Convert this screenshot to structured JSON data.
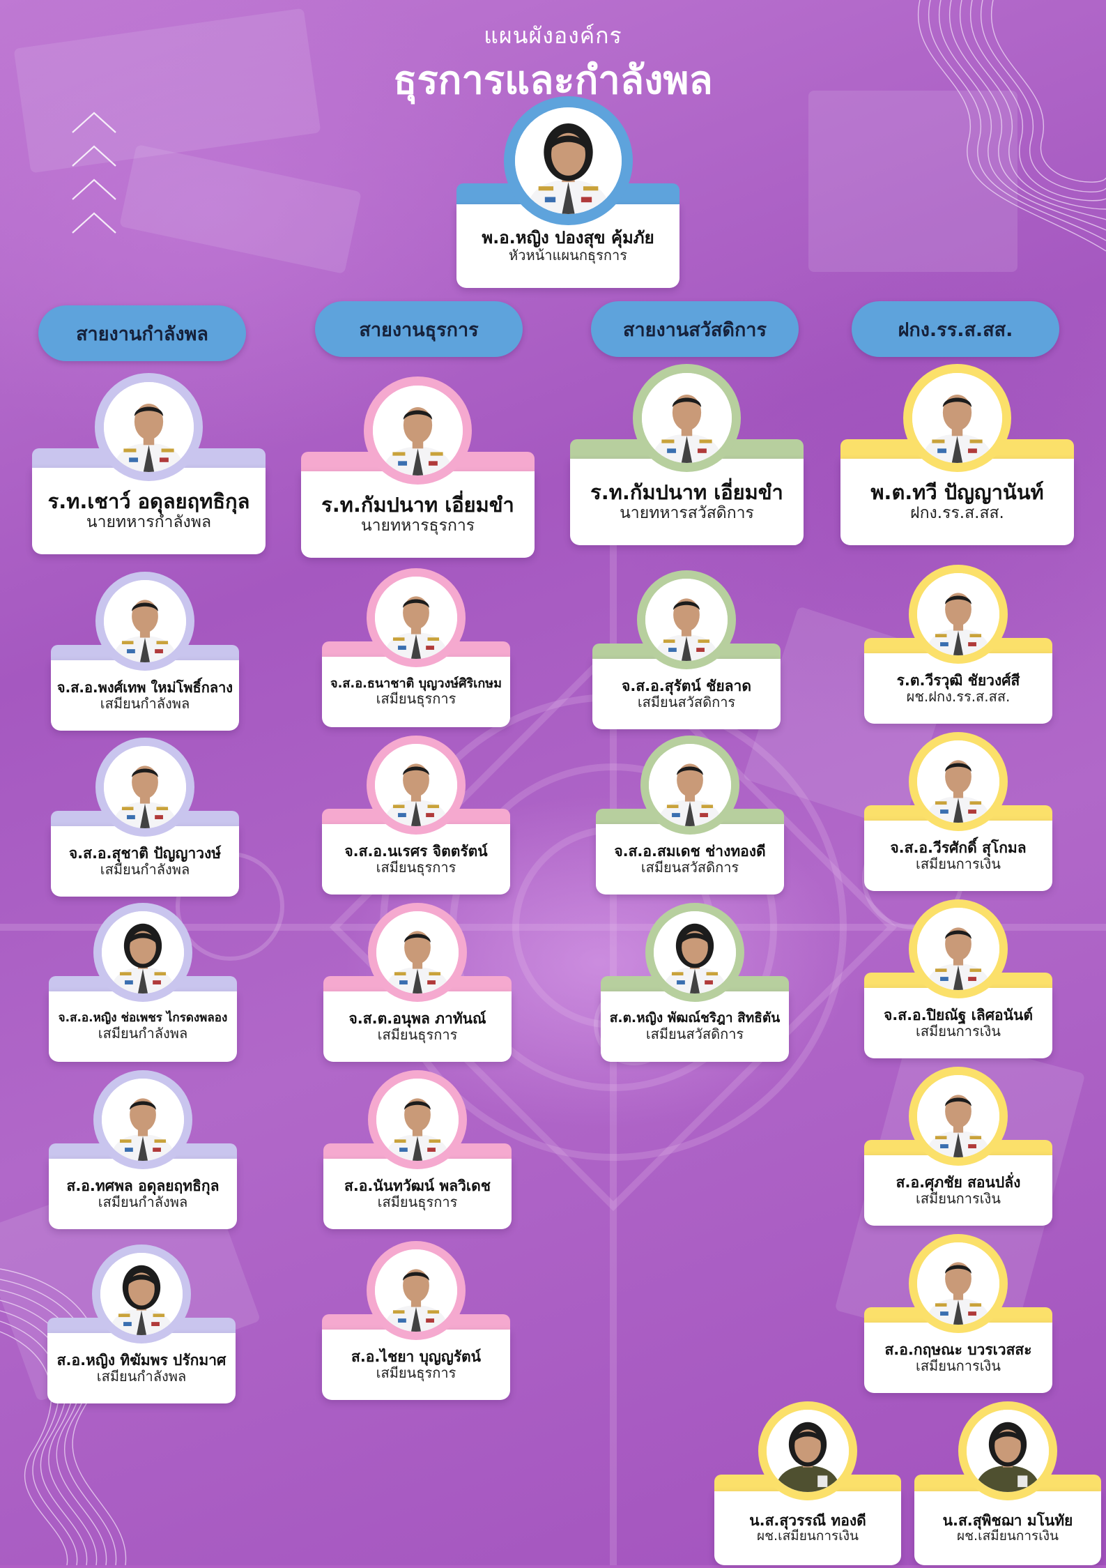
{
  "title": {
    "sub": "แผนผังองค์กร",
    "main": "ธุรการและกำลังพล"
  },
  "colors": {
    "blue": "#5ea3dc",
    "lavender": "#c9c5ee",
    "pink": "#f5a9cf",
    "green": "#b7cf9e",
    "yellow": "#fbe06a",
    "uniform_white": "#f4f4f6",
    "uniform_olive": "#4f5030"
  },
  "head": {
    "name": "พ.อ.หญิง ปองสุข คุ้มภัย",
    "role": "หัวหน้าแผนกธุรการ"
  },
  "columns": [
    {
      "label": "สายงานกำลังพล",
      "color": "lavender",
      "lead": {
        "name": "ร.ท.เชาว์ อดุลยฤทธิกุล",
        "role": "นายทหารกำลังพล"
      },
      "members": [
        {
          "name": "จ.ส.อ.พงศ์เทพ ใหม่โพธิ์กลาง",
          "role": "เสมียนกำลังพล"
        },
        {
          "name": "จ.ส.อ.สุชาติ ปัญญาวงษ์",
          "role": "เสมียนกำลังพล"
        },
        {
          "name": "จ.ส.อ.หญิง ช่อเพชร ไกรดงพลอง",
          "role": "เสมียนกำลังพล"
        },
        {
          "name": "ส.อ.ทศพล อดุลยฤทธิกุล",
          "role": "เสมียนกำลังพล"
        },
        {
          "name": "ส.อ.หญิง ทิฆัมพร ปรักมาศ",
          "role": "เสมียนกำลังพล"
        }
      ]
    },
    {
      "label": "สายงานธุรการ",
      "color": "pink",
      "lead": {
        "name": "ร.ท.กัมปนาท เอี่ยมขำ",
        "role": "นายทหารธุรการ"
      },
      "members": [
        {
          "name": "จ.ส.อ.ธนาชาติ บุญวงษ์ศิริเกษม",
          "role": "เสมียนธุรการ"
        },
        {
          "name": "จ.ส.อ.นเรศร จิตตรัตน์",
          "role": "เสมียนธุรการ"
        },
        {
          "name": "จ.ส.ต.อนุพล ภาทันณ์",
          "role": "เสมียนธุรการ"
        },
        {
          "name": "ส.อ.นันทวัฒน์ พลวิเดช",
          "role": "เสมียนธุรการ"
        },
        {
          "name": "ส.อ.ไชยา บุญญรัตน์",
          "role": "เสมียนธุรการ"
        }
      ]
    },
    {
      "label": "สายงานสวัสดิการ",
      "color": "green",
      "lead": {
        "name": "ร.ท.กัมปนาท เอี่ยมขำ",
        "role": "นายทหารสวัสดิการ"
      },
      "members": [
        {
          "name": "จ.ส.อ.สุรัตน์ ชัยลาด",
          "role": "เสมียนสวัสดิการ"
        },
        {
          "name": "จ.ส.อ.สมเดช ช่างทองดี",
          "role": "เสมียนสวัสดิการ"
        },
        {
          "name": "ส.ต.หญิง พัฒณ์ชริฎา สิทธิตัน",
          "role": "เสมียนสวัสดิการ"
        }
      ]
    },
    {
      "label": "ฝกง.รร.ส.สส.",
      "color": "yellow",
      "lead": {
        "name": "พ.ต.ทวี  ปัญญานันท์",
        "role": "ฝกง.รร.ส.สส."
      },
      "members": [
        {
          "name": "ร.ต.วีรวุฒิ ชัยวงศ์สี",
          "role": "ผช.ฝกง.รร.ส.สส."
        },
        {
          "name": "จ.ส.อ.วีรศักดิ์ สุโกมล",
          "role": "เสมียนการเงิน"
        },
        {
          "name": "จ.ส.อ.ปิยณัฐ เลิศอนันต์",
          "role": "เสมียนการเงิน"
        },
        {
          "name": "ส.อ.ศุภชัย สอนปลั่ง",
          "role": "เสมียนการเงิน"
        },
        {
          "name": "ส.อ.กฤษณะ บวรเวสสะ",
          "role": "เสมียนการเงิน"
        }
      ]
    }
  ],
  "civilians": [
    {
      "name": "น.ส.สุวรรณี ทองดี",
      "role": "ผช.เสมียนการเงิน"
    },
    {
      "name": "น.ส.สุพิชฌา มโนทัย",
      "role": "ผช.เสมียนการเงิน"
    }
  ],
  "icons": [
    "chevron-up-icon",
    "portrait-photo"
  ]
}
